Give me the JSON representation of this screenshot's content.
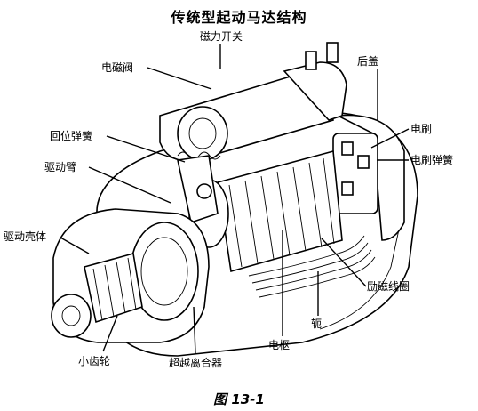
{
  "title": "传统型起动马达结构",
  "caption": "图 13-1",
  "labels": {
    "solenoid_switch": "磁力开关",
    "rear_cover": "后盖",
    "electromagnetic_valve": "电磁阀",
    "return_spring": "回位弹簧",
    "brush": "电刷",
    "brush_spring": "电刷弹簧",
    "drive_arm": "驱动臂",
    "drive_housing": "驱动壳体",
    "field_coil": "励磁线圈",
    "yoke": "轭",
    "armature": "电枢",
    "pinion": "小齿轮",
    "overrunning_clutch": "超越离合器"
  }
}
